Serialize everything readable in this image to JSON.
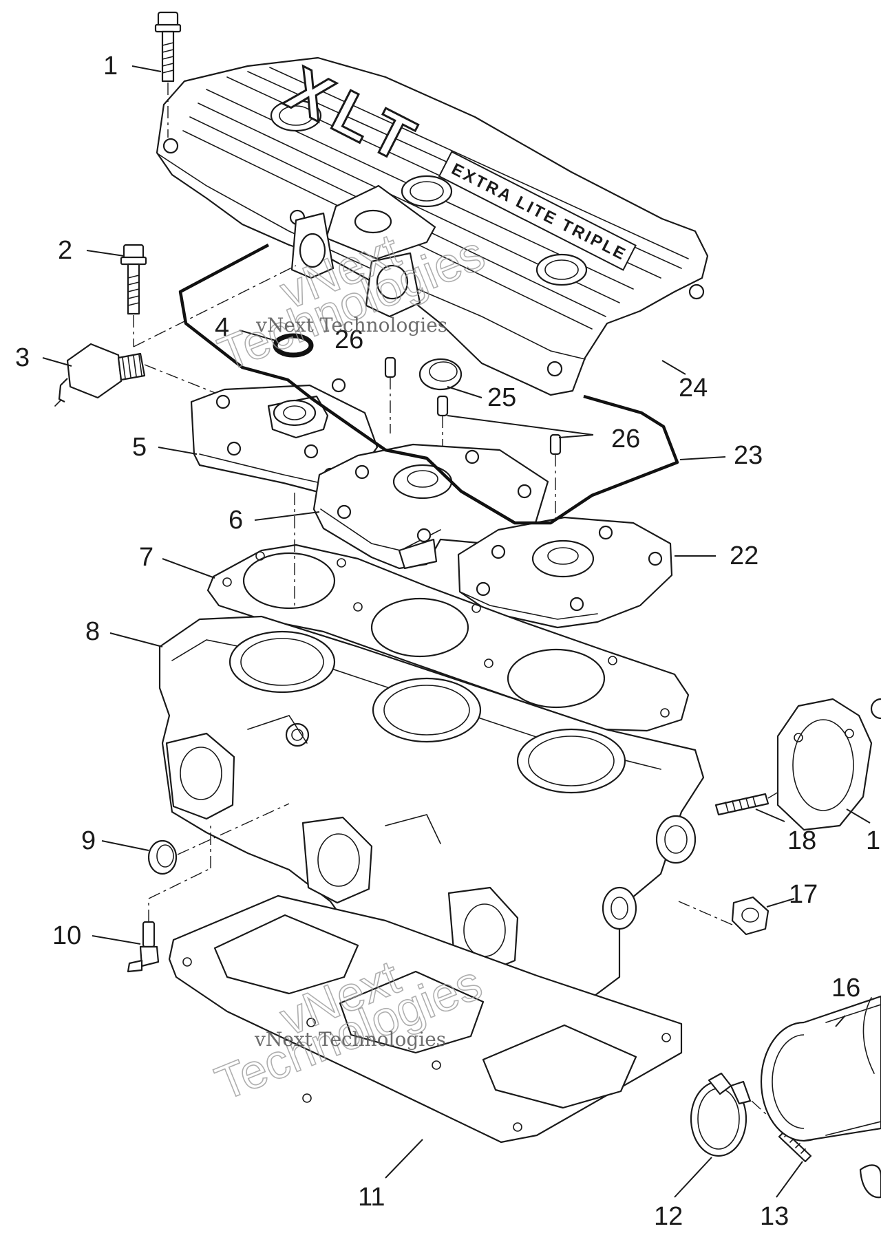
{
  "cover_emboss": {
    "main": "XLT",
    "sub": "EXTRA LITE TRIPLE"
  },
  "watermarks": [
    {
      "serif": "vNext Technologies",
      "outline_a": "vNext",
      "outline_b": "Technologies"
    },
    {
      "serif": "vNext Technologies",
      "outline_a": "vNext",
      "outline_b": "Technologies"
    }
  ],
  "callouts": [
    {
      "id": "c1",
      "text": "1"
    },
    {
      "id": "c2",
      "text": "2"
    },
    {
      "id": "c3",
      "text": "3"
    },
    {
      "id": "c4",
      "text": "4"
    },
    {
      "id": "c5",
      "text": "5"
    },
    {
      "id": "c6",
      "text": "6"
    },
    {
      "id": "c7",
      "text": "7"
    },
    {
      "id": "c8",
      "text": "8"
    },
    {
      "id": "c9",
      "text": "9"
    },
    {
      "id": "c10",
      "text": "10"
    },
    {
      "id": "c11",
      "text": "11"
    },
    {
      "id": "c12",
      "text": "12"
    },
    {
      "id": "c13",
      "text": "13"
    },
    {
      "id": "c16",
      "text": "16"
    },
    {
      "id": "c17",
      "text": "17"
    },
    {
      "id": "c18",
      "text": "18"
    },
    {
      "id": "c19",
      "text": "1"
    },
    {
      "id": "c22",
      "text": "22"
    },
    {
      "id": "c23",
      "text": "23"
    },
    {
      "id": "c24",
      "text": "24"
    },
    {
      "id": "c25",
      "text": "25"
    },
    {
      "id": "c26a",
      "text": "26"
    },
    {
      "id": "c26b",
      "text": "26"
    }
  ]
}
